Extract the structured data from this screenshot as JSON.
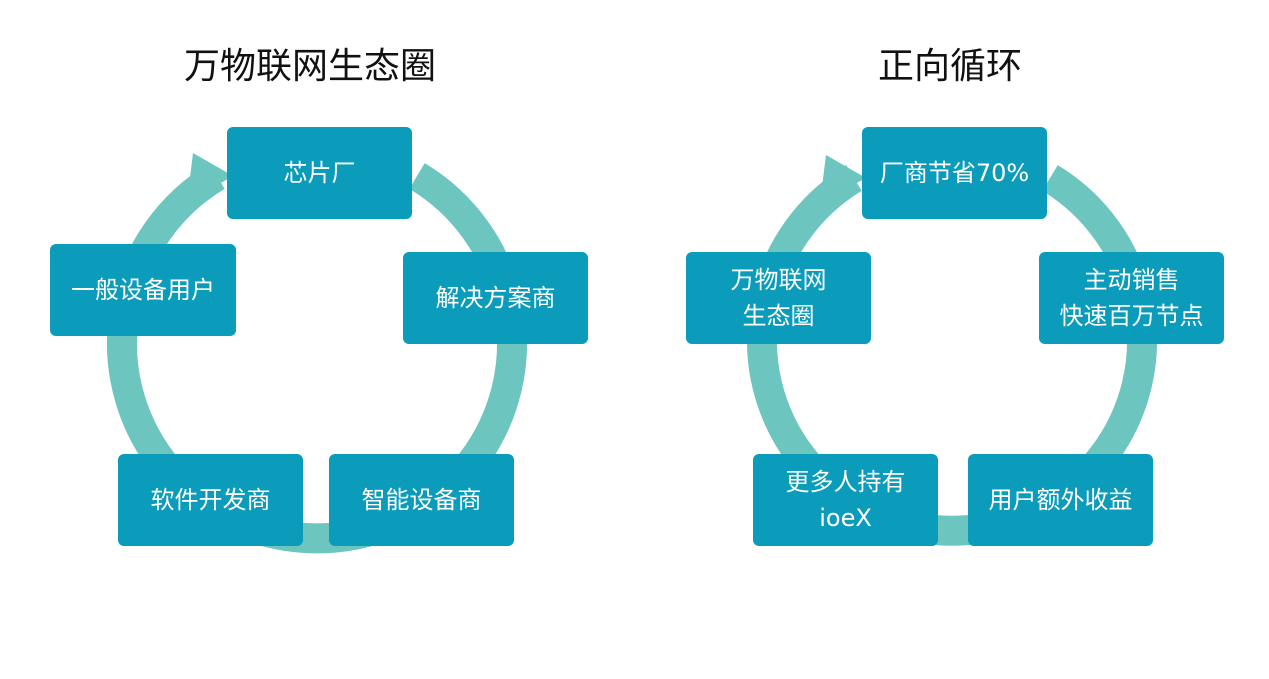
{
  "left": {
    "title": "万物联网生态圈",
    "nodes": [
      {
        "line1": "芯片厂"
      },
      {
        "line1": "解决方案商"
      },
      {
        "line1": "智能设备商"
      },
      {
        "line1": "软件开发商"
      },
      {
        "line1": "一般设备用户"
      }
    ]
  },
  "right": {
    "title": "正向循环",
    "nodes": [
      {
        "line1": "厂商节省70%"
      },
      {
        "line1": "主动销售",
        "line2": "快速百万节点"
      },
      {
        "line1": "用户额外收益"
      },
      {
        "line1": "更多人持有",
        "line2": "ioeX"
      },
      {
        "line1": "万物联网",
        "line2": "生态圈"
      }
    ]
  },
  "colors": {
    "node_fill": "#0b9bbb",
    "ring": "#6cc5bf",
    "title_text": "#111111"
  }
}
